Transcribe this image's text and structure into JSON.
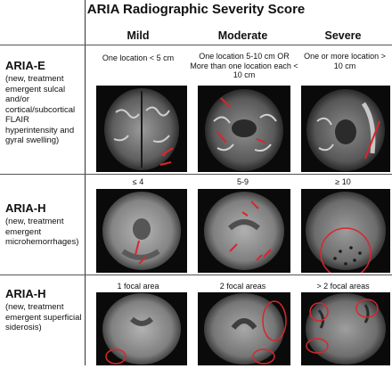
{
  "title": "ARIA Radiographic Severity Score",
  "columns": [
    "Mild",
    "Moderate",
    "Severe"
  ],
  "rows": [
    {
      "heading": "ARIA-E",
      "description": "(new, treatment emergent sulcal and/or cortical/subcortical FLAIR hyperintensity and gyral swelling)",
      "captions": [
        "One location < 5 cm",
        "One location 5-10 cm OR More than one location each < 10 cm",
        "One or more location > 10 cm"
      ]
    },
    {
      "heading": "ARIA-H",
      "description": "(new, treatment emergent microhemorrhages)",
      "captions": [
        "≤ 4",
        "5-9",
        "≥ 10"
      ]
    },
    {
      "heading": "ARIA-H",
      "description": "(new, treatment emergent superficial siderosis)",
      "captions": [
        "1 focal area",
        "2 focal areas",
        "> 2 focal areas"
      ]
    }
  ],
  "colors": {
    "annotation": "#d9262c",
    "background": "#ffffff",
    "scan_background": "#0a0a0a"
  }
}
